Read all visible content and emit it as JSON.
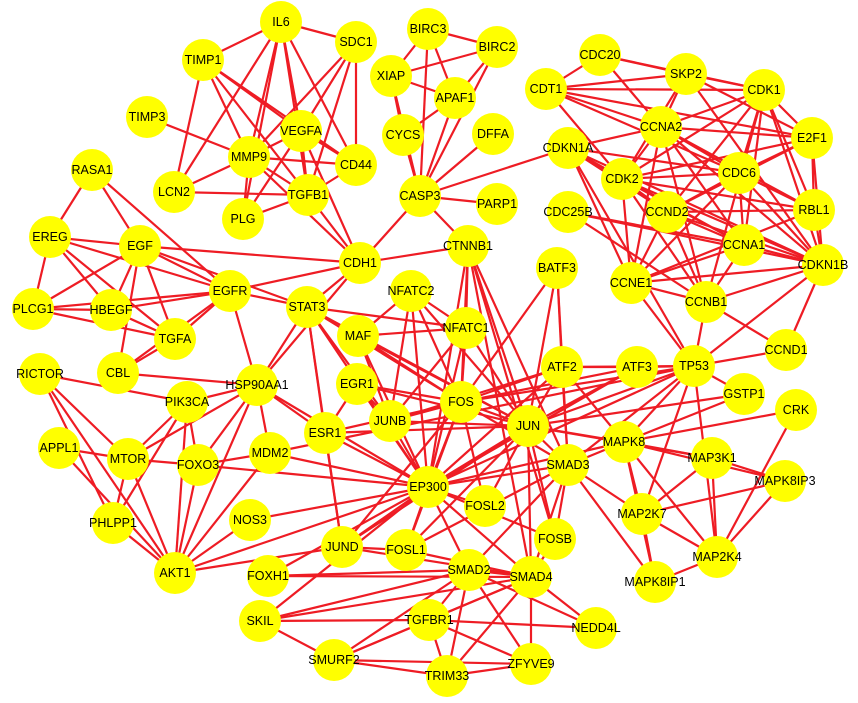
{
  "colors": {
    "node": "#ffff00",
    "edge": "#ee1c24",
    "label": "#000000",
    "background": "#ffffff"
  },
  "nodes": [
    {
      "id": "IL6",
      "label": "IL6"
    },
    {
      "id": "SDC1",
      "label": "SDC1"
    },
    {
      "id": "TIMP1",
      "label": "TIMP1"
    },
    {
      "id": "TIMP3",
      "label": "TIMP3"
    },
    {
      "id": "VEGFA",
      "label": "VEGFA"
    },
    {
      "id": "MMP9",
      "label": "MMP9"
    },
    {
      "id": "CD44",
      "label": "CD44"
    },
    {
      "id": "LCN2",
      "label": "LCN2"
    },
    {
      "id": "TGFB1",
      "label": "TGFB1"
    },
    {
      "id": "PLG",
      "label": "PLG"
    },
    {
      "id": "BIRC3",
      "label": "BIRC3"
    },
    {
      "id": "BIRC2",
      "label": "BIRC2"
    },
    {
      "id": "XIAP",
      "label": "XIAP"
    },
    {
      "id": "APAF1",
      "label": "APAF1"
    },
    {
      "id": "CYCS",
      "label": "CYCS"
    },
    {
      "id": "DFFA",
      "label": "DFFA"
    },
    {
      "id": "CASP3",
      "label": "CASP3"
    },
    {
      "id": "PARP1",
      "label": "PARP1"
    },
    {
      "id": "CDC20",
      "label": "CDC20"
    },
    {
      "id": "SKP2",
      "label": "SKP2"
    },
    {
      "id": "CDT1",
      "label": "CDT1"
    },
    {
      "id": "CDK1",
      "label": "CDK1"
    },
    {
      "id": "CCNA2",
      "label": "CCNA2"
    },
    {
      "id": "E2F1",
      "label": "E2F1"
    },
    {
      "id": "CDKN1A",
      "label": "CDKN1A"
    },
    {
      "id": "CDK2",
      "label": "CDK2"
    },
    {
      "id": "CDC6",
      "label": "CDC6"
    },
    {
      "id": "CCND2",
      "label": "CCND2"
    },
    {
      "id": "RBL1",
      "label": "RBL1"
    },
    {
      "id": "CDC25B",
      "label": "CDC25B"
    },
    {
      "id": "CCNA1",
      "label": "CCNA1"
    },
    {
      "id": "CDKN1B",
      "label": "CDKN1B"
    },
    {
      "id": "CCNE1",
      "label": "CCNE1"
    },
    {
      "id": "CCNB1",
      "label": "CCNB1"
    },
    {
      "id": "CCND1",
      "label": "CCND1"
    },
    {
      "id": "RASA1",
      "label": "RASA1"
    },
    {
      "id": "EREG",
      "label": "EREG"
    },
    {
      "id": "EGF",
      "label": "EGF"
    },
    {
      "id": "CDH1",
      "label": "CDH1"
    },
    {
      "id": "CTNNB1",
      "label": "CTNNB1"
    },
    {
      "id": "BATF3",
      "label": "BATF3"
    },
    {
      "id": "PLCG1",
      "label": "PLCG1"
    },
    {
      "id": "HBEGF",
      "label": "HBEGF"
    },
    {
      "id": "EGFR",
      "label": "EGFR"
    },
    {
      "id": "STAT3",
      "label": "STAT3"
    },
    {
      "id": "NFATC2",
      "label": "NFATC2"
    },
    {
      "id": "MAF",
      "label": "MAF"
    },
    {
      "id": "NFATC1",
      "label": "NFATC1"
    },
    {
      "id": "TGFA",
      "label": "TGFA"
    },
    {
      "id": "RICTOR",
      "label": "RICTOR"
    },
    {
      "id": "CBL",
      "label": "CBL"
    },
    {
      "id": "HSP90AA1",
      "label": "HSP90AA1"
    },
    {
      "id": "PIK3CA",
      "label": "PIK3CA"
    },
    {
      "id": "EGR1",
      "label": "EGR1"
    },
    {
      "id": "FOS",
      "label": "FOS"
    },
    {
      "id": "ATF2",
      "label": "ATF2"
    },
    {
      "id": "ATF3",
      "label": "ATF3"
    },
    {
      "id": "TP53",
      "label": "TP53"
    },
    {
      "id": "GSTP1",
      "label": "GSTP1"
    },
    {
      "id": "CRK",
      "label": "CRK"
    },
    {
      "id": "APPL1",
      "label": "APPL1"
    },
    {
      "id": "MTOR",
      "label": "MTOR"
    },
    {
      "id": "FOXO3",
      "label": "FOXO3"
    },
    {
      "id": "MDM2",
      "label": "MDM2"
    },
    {
      "id": "ESR1",
      "label": "ESR1"
    },
    {
      "id": "JUNB",
      "label": "JUNB"
    },
    {
      "id": "JUN",
      "label": "JUN"
    },
    {
      "id": "SMAD3",
      "label": "SMAD3"
    },
    {
      "id": "MAPK8",
      "label": "MAPK8"
    },
    {
      "id": "MAP3K1",
      "label": "MAP3K1"
    },
    {
      "id": "MAPK8IP3",
      "label": "MAPK8IP3"
    },
    {
      "id": "EP300",
      "label": "EP300"
    },
    {
      "id": "PHLPP1",
      "label": "PHLPP1"
    },
    {
      "id": "NOS3",
      "label": "NOS3"
    },
    {
      "id": "FOSL2",
      "label": "FOSL2"
    },
    {
      "id": "MAP2K7",
      "label": "MAP2K7"
    },
    {
      "id": "JUND",
      "label": "JUND"
    },
    {
      "id": "FOSB",
      "label": "FOSB"
    },
    {
      "id": "MAP2K4",
      "label": "MAP2K4"
    },
    {
      "id": "AKT1",
      "label": "AKT1"
    },
    {
      "id": "FOXH1",
      "label": "FOXH1"
    },
    {
      "id": "FOSL1",
      "label": "FOSL1"
    },
    {
      "id": "SMAD2",
      "label": "SMAD2"
    },
    {
      "id": "SMAD4",
      "label": "SMAD4"
    },
    {
      "id": "MAPK8IP1",
      "label": "MAPK8IP1"
    },
    {
      "id": "SKIL",
      "label": "SKIL"
    },
    {
      "id": "TGFBR1",
      "label": "TGFBR1"
    },
    {
      "id": "NEDD4L",
      "label": "NEDD4L"
    },
    {
      "id": "SMURF2",
      "label": "SMURF2"
    },
    {
      "id": "ZFYVE9",
      "label": "ZFYVE9"
    },
    {
      "id": "TRIM33",
      "label": "TRIM33"
    }
  ],
  "edges": [
    [
      "IL6",
      "TIMP1"
    ],
    [
      "IL6",
      "VEGFA"
    ],
    [
      "IL6",
      "MMP9"
    ],
    [
      "IL6",
      "CD44"
    ],
    [
      "IL6",
      "TGFB1"
    ],
    [
      "IL6",
      "LCN2"
    ],
    [
      "IL6",
      "SDC1"
    ],
    [
      "IL6",
      "PLG"
    ],
    [
      "SDC1",
      "VEGFA"
    ],
    [
      "SDC1",
      "MMP9"
    ],
    [
      "SDC1",
      "TGFB1"
    ],
    [
      "SDC1",
      "CD44"
    ],
    [
      "TIMP1",
      "MMP9"
    ],
    [
      "TIMP1",
      "LCN2"
    ],
    [
      "TIMP1",
      "TGFB1"
    ],
    [
      "TIMP1",
      "VEGFA"
    ],
    [
      "TIMP1",
      "CD44"
    ],
    [
      "TIMP3",
      "MMP9"
    ],
    [
      "VEGFA",
      "MMP9"
    ],
    [
      "VEGFA",
      "CD44"
    ],
    [
      "VEGFA",
      "TGFB1"
    ],
    [
      "VEGFA",
      "PLG"
    ],
    [
      "VEGFA",
      "CDH1"
    ],
    [
      "MMP9",
      "CD44"
    ],
    [
      "MMP9",
      "LCN2"
    ],
    [
      "MMP9",
      "TGFB1"
    ],
    [
      "MMP9",
      "PLG"
    ],
    [
      "CD44",
      "TGFB1"
    ],
    [
      "LCN2",
      "TGFB1"
    ],
    [
      "TGFB1",
      "PLG"
    ],
    [
      "TGFB1",
      "CDH1"
    ],
    [
      "CDH1",
      "MMP9"
    ],
    [
      "CDH1",
      "CASP3"
    ],
    [
      "CDH1",
      "EGF"
    ],
    [
      "CDH1",
      "EGFR"
    ],
    [
      "CDH1",
      "CTNNB1"
    ],
    [
      "CDH1",
      "STAT3"
    ],
    [
      "CDH1",
      "HSP90AA1"
    ],
    [
      "BIRC3",
      "BIRC2"
    ],
    [
      "BIRC3",
      "XIAP"
    ],
    [
      "BIRC3",
      "CASP3"
    ],
    [
      "BIRC3",
      "APAF1"
    ],
    [
      "BIRC2",
      "XIAP"
    ],
    [
      "BIRC2",
      "CASP3"
    ],
    [
      "BIRC2",
      "APAF1"
    ],
    [
      "XIAP",
      "APAF1"
    ],
    [
      "XIAP",
      "CASP3"
    ],
    [
      "XIAP",
      "CYCS"
    ],
    [
      "APAF1",
      "CYCS"
    ],
    [
      "APAF1",
      "CASP3"
    ],
    [
      "CYCS",
      "CASP3"
    ],
    [
      "DFFA",
      "CASP3"
    ],
    [
      "CASP3",
      "PARP1"
    ],
    [
      "CASP3",
      "CDKN1A"
    ],
    [
      "CASP3",
      "CTNNB1"
    ],
    [
      "CDC20",
      "SKP2"
    ],
    [
      "CDC20",
      "CDK1"
    ],
    [
      "CDC20",
      "CCNA2"
    ],
    [
      "CDC20",
      "CDT1"
    ],
    [
      "SKP2",
      "CDK1"
    ],
    [
      "SKP2",
      "CCNA2"
    ],
    [
      "SKP2",
      "CDK2"
    ],
    [
      "SKP2",
      "CDT1"
    ],
    [
      "SKP2",
      "E2F1"
    ],
    [
      "SKP2",
      "CDKN1B"
    ],
    [
      "CDT1",
      "CDK1"
    ],
    [
      "CDT1",
      "CCNA2"
    ],
    [
      "CDT1",
      "CDC6"
    ],
    [
      "CDT1",
      "CDK2"
    ],
    [
      "CDT1",
      "E2F1"
    ],
    [
      "CDK1",
      "CCNA2"
    ],
    [
      "CDK1",
      "E2F1"
    ],
    [
      "CDK1",
      "CDC6"
    ],
    [
      "CDK1",
      "CDK2"
    ],
    [
      "CDK1",
      "CCNB1"
    ],
    [
      "CDK1",
      "CDKN1B"
    ],
    [
      "CDK1",
      "RBL1"
    ],
    [
      "CDK1",
      "CCNA1"
    ],
    [
      "CDK1",
      "CCND2"
    ],
    [
      "CCNA2",
      "CDK2"
    ],
    [
      "CCNA2",
      "CDC6"
    ],
    [
      "CCNA2",
      "E2F1"
    ],
    [
      "CCNA2",
      "CDKN1A"
    ],
    [
      "CCNA2",
      "RBL1"
    ],
    [
      "CCNA2",
      "CDKN1B"
    ],
    [
      "CCNA2",
      "CCNB1"
    ],
    [
      "CCNA2",
      "CCNE1"
    ],
    [
      "CCNA2",
      "CCNA1"
    ],
    [
      "E2F1",
      "CDC6"
    ],
    [
      "E2F1",
      "RBL1"
    ],
    [
      "E2F1",
      "CDKN1B"
    ],
    [
      "E2F1",
      "CCND2"
    ],
    [
      "E2F1",
      "CDK2"
    ],
    [
      "CDKN1A",
      "CDK2"
    ],
    [
      "CDKN1A",
      "CCNA1"
    ],
    [
      "CDKN1A",
      "CCND2"
    ],
    [
      "CDKN1A",
      "CCNE1"
    ],
    [
      "CDKN1A",
      "CDKN1B"
    ],
    [
      "CDKN1A",
      "TP53"
    ],
    [
      "CDKN1A",
      "CDC6"
    ],
    [
      "CDK2",
      "CDC6"
    ],
    [
      "CDK2",
      "CCND2"
    ],
    [
      "CDK2",
      "CCNA1"
    ],
    [
      "CDK2",
      "CCNE1"
    ],
    [
      "CDK2",
      "CCNB1"
    ],
    [
      "CDK2",
      "CDKN1B"
    ],
    [
      "CDK2",
      "RBL1"
    ],
    [
      "CDC6",
      "CCND2"
    ],
    [
      "CDC6",
      "RBL1"
    ],
    [
      "CDC6",
      "CDKN1B"
    ],
    [
      "CDC6",
      "CCNE1"
    ],
    [
      "CDC6",
      "CCNA1"
    ],
    [
      "CCND2",
      "CCNA1"
    ],
    [
      "CCND2",
      "CCNE1"
    ],
    [
      "CCND2",
      "CDKN1B"
    ],
    [
      "CCND2",
      "CCNB1"
    ],
    [
      "CCND2",
      "RBL1"
    ],
    [
      "RBL1",
      "CDKN1B"
    ],
    [
      "RBL1",
      "CCNE1"
    ],
    [
      "CDC25B",
      "CCNB1"
    ],
    [
      "CDC25B",
      "CCNA1"
    ],
    [
      "CDC25B",
      "CDKN1B"
    ],
    [
      "CCNA1",
      "CDKN1B"
    ],
    [
      "CCNA1",
      "CCNE1"
    ],
    [
      "CCNA1",
      "CCNB1"
    ],
    [
      "CCNE1",
      "CCNB1"
    ],
    [
      "CCNE1",
      "CDKN1B"
    ],
    [
      "CCNE1",
      "TP53"
    ],
    [
      "CCNB1",
      "CDKN1B"
    ],
    [
      "CCNB1",
      "TP53"
    ],
    [
      "CCNB1",
      "CCND1"
    ],
    [
      "CDKN1B",
      "CCND1"
    ],
    [
      "CDKN1B",
      "TP53"
    ],
    [
      "TP53",
      "CCND1"
    ],
    [
      "RASA1",
      "EGF"
    ],
    [
      "RASA1",
      "EGFR"
    ],
    [
      "RASA1",
      "EREG"
    ],
    [
      "EREG",
      "EGF"
    ],
    [
      "EREG",
      "EGFR"
    ],
    [
      "EREG",
      "HBEGF"
    ],
    [
      "EREG",
      "PLCG1"
    ],
    [
      "EREG",
      "TGFA"
    ],
    [
      "EGF",
      "EGFR"
    ],
    [
      "EGF",
      "HBEGF"
    ],
    [
      "EGF",
      "PLCG1"
    ],
    [
      "EGF",
      "TGFA"
    ],
    [
      "EGF",
      "STAT3"
    ],
    [
      "EGF",
      "CBL"
    ],
    [
      "EGFR",
      "HBEGF"
    ],
    [
      "EGFR",
      "PLCG1"
    ],
    [
      "EGFR",
      "TGFA"
    ],
    [
      "EGFR",
      "STAT3"
    ],
    [
      "EGFR",
      "CBL"
    ],
    [
      "EGFR",
      "HSP90AA1"
    ],
    [
      "PLCG1",
      "HBEGF"
    ],
    [
      "PLCG1",
      "TGFA"
    ],
    [
      "HBEGF",
      "TGFA"
    ],
    [
      "STAT3",
      "NFATC1"
    ],
    [
      "STAT3",
      "JUN"
    ],
    [
      "STAT3",
      "HSP90AA1"
    ],
    [
      "STAT3",
      "JUNB"
    ],
    [
      "STAT3",
      "EP300"
    ],
    [
      "STAT3",
      "FOS"
    ],
    [
      "STAT3",
      "ESR1"
    ],
    [
      "STAT3",
      "JUND"
    ],
    [
      "CTNNB1",
      "FOS"
    ],
    [
      "CTNNB1",
      "JUN"
    ],
    [
      "CTNNB1",
      "EP300"
    ],
    [
      "CTNNB1",
      "SMAD3"
    ],
    [
      "CTNNB1",
      "SMAD4"
    ],
    [
      "CTNNB1",
      "NFATC1"
    ],
    [
      "CTNNB1",
      "FOSB"
    ],
    [
      "BATF3",
      "JUN"
    ],
    [
      "BATF3",
      "FOS"
    ],
    [
      "BATF3",
      "ATF2"
    ],
    [
      "BATF3",
      "SMAD3"
    ],
    [
      "NFATC2",
      "NFATC1"
    ],
    [
      "NFATC2",
      "FOS"
    ],
    [
      "NFATC2",
      "JUN"
    ],
    [
      "NFATC2",
      "MAF"
    ],
    [
      "NFATC2",
      "EP300"
    ],
    [
      "NFATC2",
      "JUNB"
    ],
    [
      "MAF",
      "NFATC1"
    ],
    [
      "MAF",
      "JUN"
    ],
    [
      "MAF",
      "FOS"
    ],
    [
      "MAF",
      "JUNB"
    ],
    [
      "MAF",
      "EP300"
    ],
    [
      "NFATC1",
      "FOS"
    ],
    [
      "NFATC1",
      "JUN"
    ],
    [
      "NFATC1",
      "EP300"
    ],
    [
      "NFATC1",
      "JUNB"
    ],
    [
      "CBL",
      "HSP90AA1"
    ],
    [
      "CBL",
      "TGFA"
    ],
    [
      "HSP90AA1",
      "PIK3CA"
    ],
    [
      "HSP90AA1",
      "FOXO3"
    ],
    [
      "HSP90AA1",
      "MDM2"
    ],
    [
      "HSP90AA1",
      "AKT1"
    ],
    [
      "HSP90AA1",
      "MTOR"
    ],
    [
      "HSP90AA1",
      "ESR1"
    ],
    [
      "HSP90AA1",
      "EP300"
    ],
    [
      "RICTOR",
      "MTOR"
    ],
    [
      "RICTOR",
      "AKT1"
    ],
    [
      "RICTOR",
      "PIK3CA"
    ],
    [
      "RICTOR",
      "PHLPP1"
    ],
    [
      "PIK3CA",
      "MTOR"
    ],
    [
      "PIK3CA",
      "AKT1"
    ],
    [
      "PIK3CA",
      "FOXO3"
    ],
    [
      "PIK3CA",
      "PHLPP1"
    ],
    [
      "APPL1",
      "AKT1"
    ],
    [
      "APPL1",
      "MTOR"
    ],
    [
      "MTOR",
      "AKT1"
    ],
    [
      "MTOR",
      "FOXO3"
    ],
    [
      "MTOR",
      "PHLPP1"
    ],
    [
      "FOXO3",
      "AKT1"
    ],
    [
      "FOXO3",
      "EP300"
    ],
    [
      "FOXO3",
      "MDM2"
    ],
    [
      "MDM2",
      "AKT1"
    ],
    [
      "MDM2",
      "EP300"
    ],
    [
      "MDM2",
      "TP53"
    ],
    [
      "PHLPP1",
      "AKT1"
    ],
    [
      "NOS3",
      "AKT1"
    ],
    [
      "NOS3",
      "EP300"
    ],
    [
      "EGR1",
      "FOS"
    ],
    [
      "EGR1",
      "JUN"
    ],
    [
      "EGR1",
      "EP300"
    ],
    [
      "EGR1",
      "JUNB"
    ],
    [
      "EGR1",
      "ESR1"
    ],
    [
      "ESR1",
      "EP300"
    ],
    [
      "ESR1",
      "JUN"
    ],
    [
      "ESR1",
      "FOS"
    ],
    [
      "ESR1",
      "JUND"
    ],
    [
      "JUNB",
      "FOS"
    ],
    [
      "JUNB",
      "JUN"
    ],
    [
      "JUNB",
      "EP300"
    ],
    [
      "JUNB",
      "ATF2"
    ],
    [
      "FOS",
      "JUN"
    ],
    [
      "FOS",
      "EP300"
    ],
    [
      "FOS",
      "ATF2"
    ],
    [
      "FOS",
      "ATF3"
    ],
    [
      "FOS",
      "TP53"
    ],
    [
      "FOS",
      "SMAD3"
    ],
    [
      "FOS",
      "FOSL1"
    ],
    [
      "FOS",
      "JUND"
    ],
    [
      "FOS",
      "FOSL2"
    ],
    [
      "JUN",
      "EP300"
    ],
    [
      "JUN",
      "ATF2"
    ],
    [
      "JUN",
      "ATF3"
    ],
    [
      "JUN",
      "TP53"
    ],
    [
      "JUN",
      "SMAD3"
    ],
    [
      "JUN",
      "MAPK8"
    ],
    [
      "JUN",
      "FOSL1"
    ],
    [
      "JUN",
      "FOSL2"
    ],
    [
      "JUN",
      "JUND"
    ],
    [
      "JUN",
      "FOSB"
    ],
    [
      "JUN",
      "GSTP1"
    ],
    [
      "JUN",
      "MAP3K1"
    ],
    [
      "JUN",
      "SMAD4"
    ],
    [
      "ATF2",
      "ATF3"
    ],
    [
      "ATF2",
      "TP53"
    ],
    [
      "ATF2",
      "MAPK8"
    ],
    [
      "ATF2",
      "EP300"
    ],
    [
      "ATF2",
      "SMAD3"
    ],
    [
      "ATF3",
      "TP53"
    ],
    [
      "ATF3",
      "EP300"
    ],
    [
      "TP53",
      "EP300"
    ],
    [
      "TP53",
      "MAPK8"
    ],
    [
      "TP53",
      "SMAD3"
    ],
    [
      "TP53",
      "MAP2K4"
    ],
    [
      "TP53",
      "MAP2K7"
    ],
    [
      "TP53",
      "GSTP1"
    ],
    [
      "GSTP1",
      "MAPK8"
    ],
    [
      "CRK",
      "MAPK8"
    ],
    [
      "CRK",
      "MAP2K4"
    ],
    [
      "MAPK8",
      "MAP3K1"
    ],
    [
      "MAPK8",
      "MAP2K7"
    ],
    [
      "MAPK8",
      "MAP2K4"
    ],
    [
      "MAPK8",
      "MAPK8IP3"
    ],
    [
      "MAPK8",
      "MAPK8IP1"
    ],
    [
      "MAPK8",
      "SMAD3"
    ],
    [
      "MAP3K1",
      "MAP2K7"
    ],
    [
      "MAP3K1",
      "MAP2K4"
    ],
    [
      "MAP3K1",
      "MAPK8IP3"
    ],
    [
      "MAPK8IP3",
      "MAP2K7"
    ],
    [
      "MAPK8IP3",
      "MAP2K4"
    ],
    [
      "MAP2K7",
      "MAP2K4"
    ],
    [
      "MAP2K7",
      "MAPK8IP1"
    ],
    [
      "MAP2K4",
      "MAPK8IP1"
    ],
    [
      "SMAD3",
      "EP300"
    ],
    [
      "SMAD3",
      "SMAD2"
    ],
    [
      "SMAD3",
      "SMAD4"
    ],
    [
      "SMAD3",
      "MAP2K7"
    ],
    [
      "SMAD3",
      "FOSB"
    ],
    [
      "SMAD3",
      "FOSL1"
    ],
    [
      "SMAD3",
      "MAPK8IP1"
    ],
    [
      "EP300",
      "JUND"
    ],
    [
      "EP300",
      "FOSL1"
    ],
    [
      "EP300",
      "SMAD2"
    ],
    [
      "EP300",
      "SMAD4"
    ],
    [
      "EP300",
      "FOSB"
    ],
    [
      "EP300",
      "FOXH1"
    ],
    [
      "EP300",
      "AKT1"
    ],
    [
      "EP300",
      "MAPK8"
    ],
    [
      "EP300",
      "SKIL"
    ],
    [
      "FOSL2",
      "EP300"
    ],
    [
      "JUND",
      "FOSL1"
    ],
    [
      "JUND",
      "AKT1"
    ],
    [
      "JUND",
      "SMAD4"
    ],
    [
      "FOSB",
      "SMAD4"
    ],
    [
      "FOXH1",
      "SMAD2"
    ],
    [
      "FOXH1",
      "SMAD4"
    ],
    [
      "FOSL1",
      "SMAD4"
    ],
    [
      "SMAD2",
      "SMAD4"
    ],
    [
      "SMAD2",
      "SKIL"
    ],
    [
      "SMAD2",
      "TGFBR1"
    ],
    [
      "SMAD2",
      "SMURF2"
    ],
    [
      "SMAD2",
      "ZFYVE9"
    ],
    [
      "SMAD2",
      "TRIM33"
    ],
    [
      "SMAD2",
      "NEDD4L"
    ],
    [
      "SMAD4",
      "SKIL"
    ],
    [
      "SMAD4",
      "TGFBR1"
    ],
    [
      "SMAD4",
      "ZFYVE9"
    ],
    [
      "SMAD4",
      "TRIM33"
    ],
    [
      "SMAD4",
      "NEDD4L"
    ],
    [
      "SMAD4",
      "SMURF2"
    ],
    [
      "SKIL",
      "TGFBR1"
    ],
    [
      "SKIL",
      "SMURF2"
    ],
    [
      "TGFBR1",
      "SMURF2"
    ],
    [
      "TGFBR1",
      "ZFYVE9"
    ],
    [
      "TGFBR1",
      "TRIM33"
    ],
    [
      "TGFBR1",
      "NEDD4L"
    ],
    [
      "SMURF2",
      "TRIM33"
    ],
    [
      "SMURF2",
      "ZFYVE9"
    ],
    [
      "TRIM33",
      "ZFYVE9"
    ]
  ]
}
